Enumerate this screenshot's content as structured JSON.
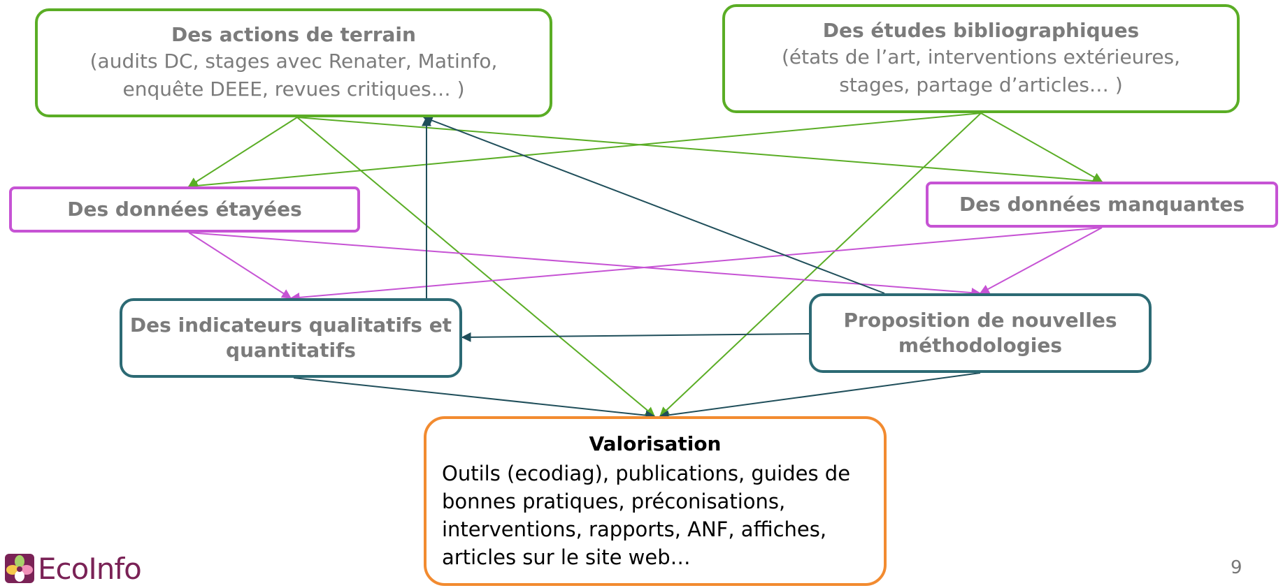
{
  "nodes": {
    "terrain": {
      "title": "Des actions de terrain",
      "lines": [
        "(audits DC, stages avec Renater, Matinfo,",
        "enquête DEEE, revues critiques… )"
      ]
    },
    "biblio": {
      "title": "Des études bibliographiques",
      "lines": [
        "(états de l’art, interventions extérieures,",
        "stages, partage d’articles… )"
      ]
    },
    "etayees": {
      "title": "Des données étayées"
    },
    "manquantes": {
      "title": "Des données manquantes"
    },
    "indicateurs": {
      "title_lines": [
        "Des indicateurs qualitatifs et",
        "quantitatifs"
      ]
    },
    "methodologies": {
      "title_lines": [
        "Proposition de nouvelles",
        "méthodologies"
      ]
    },
    "valorisation": {
      "title": "Valorisation",
      "lines": [
        "Outils (ecodiag), publications, guides de",
        "bonnes pratiques, préconisations,",
        "interventions, rapports, ANF, affiches,",
        "articles sur le site web…"
      ]
    }
  },
  "edges": [
    {
      "from": "terrain",
      "to": "etayees",
      "color": "#5aad25"
    },
    {
      "from": "terrain",
      "to": "manquantes",
      "color": "#5aad25"
    },
    {
      "from": "terrain",
      "to": "valorisation",
      "color": "#5aad25"
    },
    {
      "from": "biblio",
      "to": "etayees",
      "color": "#5aad25"
    },
    {
      "from": "biblio",
      "to": "manquantes",
      "color": "#5aad25"
    },
    {
      "from": "biblio",
      "to": "valorisation",
      "color": "#5aad25"
    },
    {
      "from": "etayees",
      "to": "indicateurs",
      "color": "#c653d4"
    },
    {
      "from": "etayees",
      "to": "methodologies",
      "color": "#c653d4"
    },
    {
      "from": "manquantes",
      "to": "indicateurs",
      "color": "#c653d4"
    },
    {
      "from": "manquantes",
      "to": "methodologies",
      "color": "#c653d4"
    },
    {
      "from": "indicateurs",
      "to": "terrain",
      "color": "#1f4e5a"
    },
    {
      "from": "methodologies",
      "to": "terrain",
      "color": "#1f4e5a"
    },
    {
      "from": "methodologies",
      "to": "indicateurs",
      "color": "#1f4e5a"
    },
    {
      "from": "indicateurs",
      "to": "valorisation",
      "color": "#1f4e5a"
    },
    {
      "from": "methodologies",
      "to": "valorisation",
      "color": "#1f4e5a"
    }
  ],
  "logo": {
    "text": "EcoInfo",
    "icon": "leaf-logo-icon"
  },
  "page_number": "9"
}
